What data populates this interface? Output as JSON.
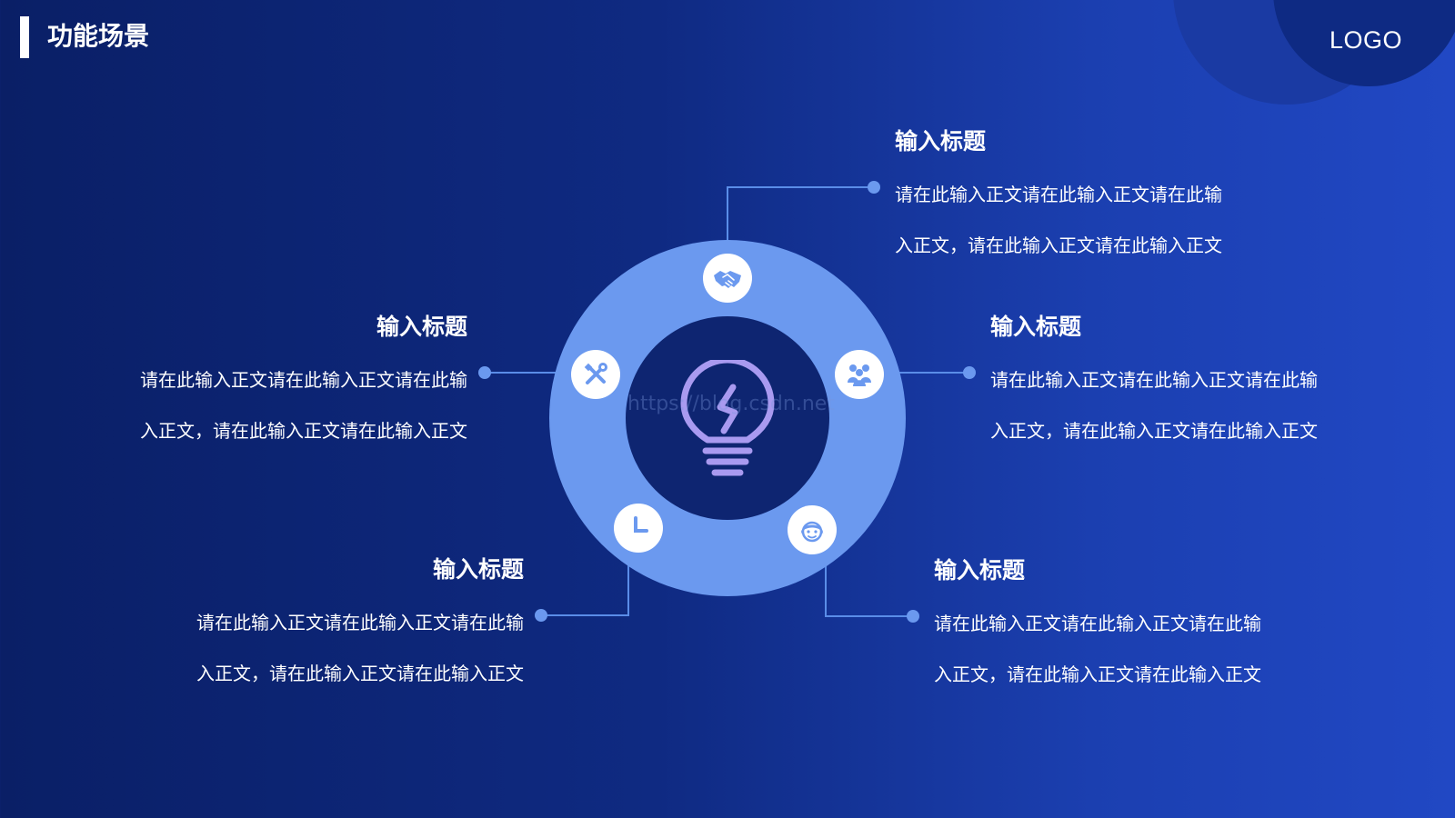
{
  "header": {
    "title": "功能场景"
  },
  "logo": "LOGO",
  "watermark": "https://blog.csdn.net",
  "colors": {
    "background_left": "#0a1f66",
    "background_right": "#2148c4",
    "ring": "#6b99ef",
    "inner_circle": "#0e2571",
    "bulb": "#a99af0",
    "accent": "#6b99ef"
  },
  "center": {
    "icon": "lightbulb-icon"
  },
  "items": [
    {
      "icon": "handshake-icon",
      "title": "输入标题",
      "line1": "请在此输入正文请在此输入正文请在此输",
      "line2": "入正文，请在此输入正文请在此输入正文"
    },
    {
      "icon": "tools-icon",
      "title": "输入标题",
      "line1": "请在此输入正文请在此输入正文请在此输",
      "line2": "入正文，请在此输入正文请在此输入正文"
    },
    {
      "icon": "team-icon",
      "title": "输入标题",
      "line1": "请在此输入正文请在此输入正文请在此输",
      "line2": "入正文，请在此输入正文请在此输入正文"
    },
    {
      "icon": "clock-icon",
      "title": "输入标题",
      "line1": "请在此输入正文请在此输入正文请在此输",
      "line2": "入正文，请在此输入正文请在此输入正文"
    },
    {
      "icon": "user-icon",
      "title": "输入标题",
      "line1": "请在此输入正文请在此输入正文请在此输",
      "line2": "入正文，请在此输入正文请在此输入正文"
    }
  ]
}
